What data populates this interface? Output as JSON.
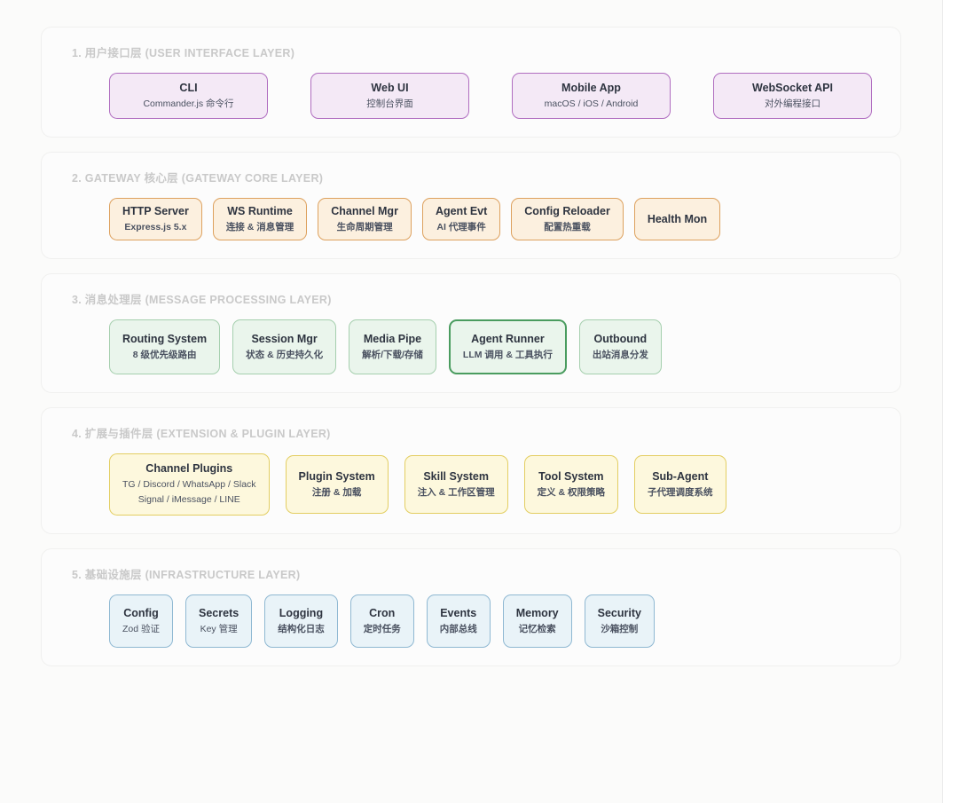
{
  "page": {
    "background_color": "#fbfbfa",
    "layer_bg_color": "#fcfcfc"
  },
  "layers": [
    {
      "id": "user-interface-layer",
      "title": "1. 用户接口层 (USER INTERFACE LAYER)",
      "accent_border": "#b06dc0",
      "accent_fill": "#f4e9f6",
      "cards": [
        {
          "title": "CLI",
          "sub": "Commander.js 命令行"
        },
        {
          "title": "Web UI",
          "sub": "控制台界面"
        },
        {
          "title": "Mobile App",
          "sub": "macOS / iOS / Android"
        },
        {
          "title": "WebSocket API",
          "sub": "对外编程接口"
        }
      ]
    },
    {
      "id": "gateway-core-layer",
      "title": "2. GATEWAY 核心层 (GATEWAY CORE LAYER)",
      "accent_border": "#dda15e",
      "accent_fill": "#fcf0df",
      "cards": [
        {
          "title": "HTTP Server",
          "sub": "Express.js 5.x"
        },
        {
          "title": "WS Runtime",
          "sub": "连接 & 消息管理"
        },
        {
          "title": "Channel Mgr",
          "sub": "生命周期管理"
        },
        {
          "title": "Agent Evt",
          "sub": "AI 代理事件"
        },
        {
          "title": "Config Reloader",
          "sub": "配置热重载"
        },
        {
          "title": "Health Mon",
          "sub": ""
        }
      ]
    },
    {
      "id": "message-processing-layer",
      "title": "3. 消息处理层 (MESSAGE PROCESSING LAYER)",
      "accent_border": "#a5cfae",
      "accent_fill": "#eaf5ec",
      "highlight_border": "#4a9c5f",
      "cards": [
        {
          "title": "Routing System",
          "sub": "8 级优先级路由"
        },
        {
          "title": "Session Mgr",
          "sub": "状态 & 历史持久化"
        },
        {
          "title": "Media Pipe",
          "sub": "解析/下载/存储"
        },
        {
          "title": "Agent Runner",
          "sub": "LLM 调用 & 工具执行",
          "highlighted": true
        },
        {
          "title": "Outbound",
          "sub": "出站消息分发"
        }
      ]
    },
    {
      "id": "extension-plugin-layer",
      "title": "4. 扩展与插件层 (EXTENSION & PLUGIN LAYER)",
      "accent_border": "#e3ce62",
      "accent_fill": "#fdf8dd",
      "cards": [
        {
          "title": "Channel Plugins",
          "sub": "TG / Discord / WhatsApp / Slack",
          "sub2": "Signal / iMessage / LINE",
          "latin_sub": true
        },
        {
          "title": "Plugin System",
          "sub": "注册 & 加载"
        },
        {
          "title": "Skill System",
          "sub": "注入 & 工作区管理"
        },
        {
          "title": "Tool System",
          "sub": "定义 & 权限策略"
        },
        {
          "title": "Sub-Agent",
          "sub": "子代理调度系统"
        }
      ]
    },
    {
      "id": "infrastructure-layer",
      "title": "5. 基础设施层 (INFRASTRUCTURE LAYER)",
      "accent_border": "#8fb8d2",
      "accent_fill": "#e9f3f8",
      "cards": [
        {
          "title": "Config",
          "sub": "Zod 验证",
          "latin_sub": true
        },
        {
          "title": "Secrets",
          "sub": "Key 管理",
          "latin_sub": true
        },
        {
          "title": "Logging",
          "sub": "结构化日志"
        },
        {
          "title": "Cron",
          "sub": "定时任务"
        },
        {
          "title": "Events",
          "sub": "内部总线"
        },
        {
          "title": "Memory",
          "sub": "记忆检索"
        },
        {
          "title": "Security",
          "sub": "沙箱控制"
        }
      ]
    }
  ]
}
